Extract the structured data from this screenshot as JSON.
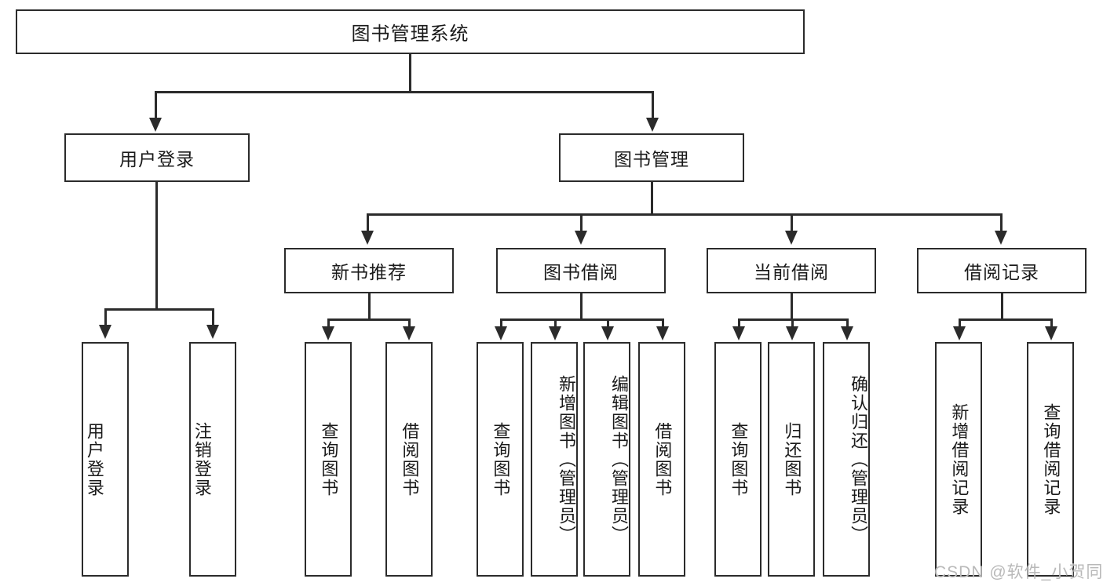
{
  "diagram": {
    "title": "图书管理系统",
    "type": "hierarchy-tree",
    "levels": 4,
    "colors": {
      "stroke": "#2b2b2b",
      "fill": "#ffffff",
      "text": "#1a1a1a",
      "watermark": "#b9b9b9"
    },
    "root": {
      "label": "图书管理系统"
    },
    "level2": [
      {
        "label": "用户登录"
      },
      {
        "label": "图书管理"
      }
    ],
    "level3": [
      {
        "label": "新书推荐"
      },
      {
        "label": "图书借阅"
      },
      {
        "label": "当前借阅"
      },
      {
        "label": "借阅记录"
      }
    ],
    "leaves": {
      "user_login": [
        {
          "label": "用户登录"
        },
        {
          "label": "注销登录"
        }
      ],
      "new_book_recommend": [
        {
          "label": "查询图书"
        },
        {
          "label": "借阅图书"
        }
      ],
      "book_borrow": [
        {
          "label": "查询图书"
        },
        {
          "label": "新增图书（管理员）"
        },
        {
          "label": "编辑图书（管理员）"
        },
        {
          "label": "借阅图书"
        }
      ],
      "current_borrow": [
        {
          "label": "查询图书"
        },
        {
          "label": "归还图书"
        },
        {
          "label": "确认归还（管理员）"
        }
      ],
      "borrow_record": [
        {
          "label": "新增借阅记录"
        },
        {
          "label": "查询借阅记录"
        }
      ]
    }
  },
  "watermark": {
    "text": "CSDN @软件_小贺同学"
  }
}
